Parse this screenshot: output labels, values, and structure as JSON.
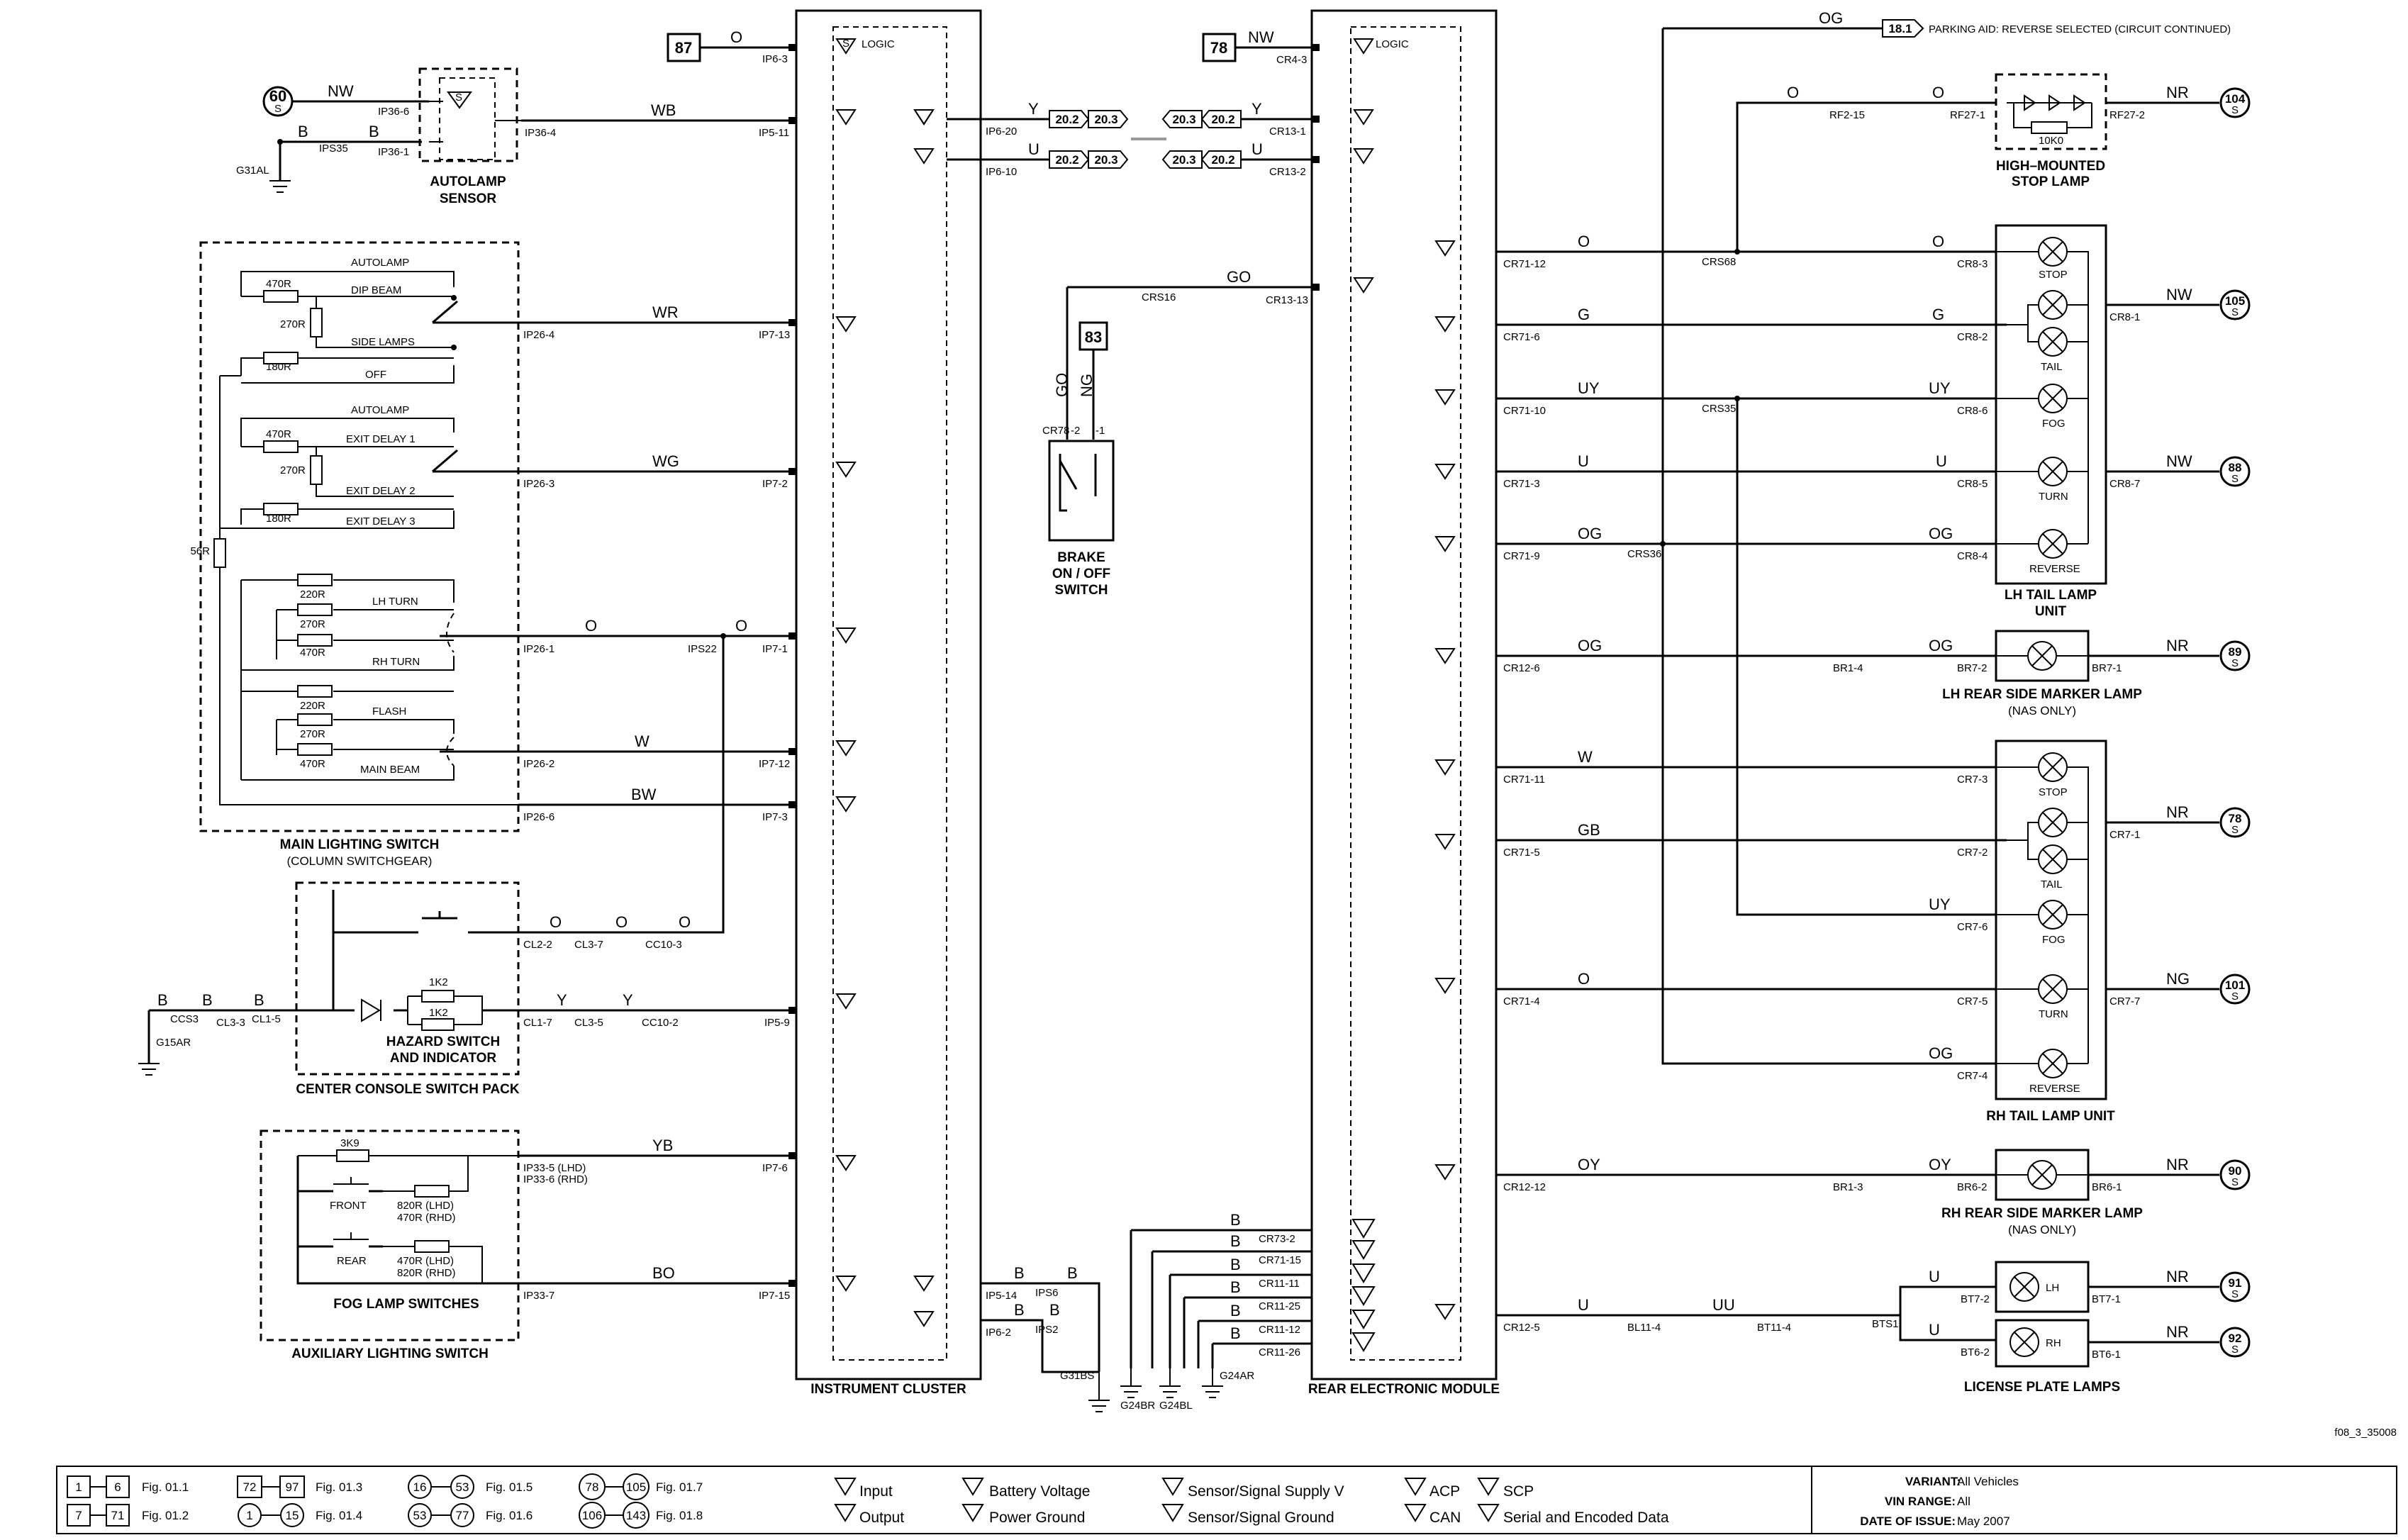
{
  "connectors": {
    "c87": "87",
    "c78": "78",
    "c83": "83",
    "c60": "60",
    "s": "S",
    "c181": "18.1",
    "c202": "20.2",
    "c203": "20.3",
    "c104": "104",
    "c105": "105",
    "c88": "88",
    "c89": "89",
    "c78r": "78",
    "c101": "101",
    "c90": "90",
    "c91": "91",
    "c92": "92"
  },
  "notes": {
    "parking_aid": "PARKING AID: REVERSE SELECTED (CIRCUIT CONTINUED)",
    "figure_id": "f08_3_35008",
    "logic": "LOGIC"
  },
  "modules": {
    "instrument_cluster": "INSTRUMENT CLUSTER",
    "rem": "REAR ELECTRONIC MODULE",
    "autolamp_1": "AUTOLAMP",
    "autolamp_2": "SENSOR",
    "main_lighting_1": "MAIN LIGHTING SWITCH",
    "main_lighting_2": "(COLUMN SWITCHGEAR)",
    "center_console": "CENTER CONSOLE SWITCH PACK",
    "hazard_1": "HAZARD SWITCH",
    "hazard_2": "AND INDICATOR",
    "fog_switches": "FOG LAMP SWITCHES",
    "aux_switch": "AUXILIARY LIGHTING SWITCH",
    "brake_1": "BRAKE",
    "brake_2": "ON / OFF",
    "brake_3": "SWITCH",
    "hmsl_1": "HIGH–MOUNTED",
    "hmsl_2": "STOP LAMP",
    "lh_tail_1": "LH TAIL LAMP",
    "lh_tail_2": "UNIT",
    "lh_marker_1": "LH REAR SIDE MARKER LAMP",
    "lh_marker_2": "(NAS ONLY)",
    "rh_tail": "RH TAIL LAMP UNIT",
    "rh_marker_1": "RH REAR SIDE MARKER LAMP",
    "rh_marker_2": "(NAS ONLY)",
    "license": "LICENSE PLATE LAMPS"
  },
  "switch_labels": {
    "autolamp": "AUTOLAMP",
    "dip_beam": "DIP BEAM",
    "side_lamps": "SIDE LAMPS",
    "off": "OFF",
    "exit1": "EXIT DELAY 1",
    "exit2": "EXIT DELAY 2",
    "exit3": "EXIT DELAY 3",
    "lh_turn": "LH TURN",
    "rh_turn": "RH TURN",
    "flash": "FLASH",
    "main_beam": "MAIN BEAM",
    "front": "FRONT",
    "rear": "REAR",
    "stop": "STOP",
    "tail": "TAIL",
    "fog": "FOG",
    "turn": "TURN",
    "reverse": "REVERSE",
    "lh": "LH",
    "rh": "RH"
  },
  "resistors": {
    "r470": "470R",
    "r270": "270R",
    "r180": "180R",
    "r56": "56R",
    "r220": "220R",
    "r1k2": "1K2",
    "r3k9": "3K9",
    "r10k0": "10K0",
    "fog_front_1": "820R (LHD)",
    "fog_front_2": "470R (RHD)",
    "fog_rear_1": "470R (LHD)",
    "fog_rear_2": "820R (RHD)"
  },
  "wires": {
    "o": "O",
    "nw": "NW",
    "b": "B",
    "wb": "WB",
    "wr": "WR",
    "wg": "WG",
    "w": "W",
    "bw": "BW",
    "y": "Y",
    "u": "U",
    "yb": "YB",
    "bo": "BO",
    "go": "GO",
    "ng": "NG",
    "og": "OG",
    "nr": "NR",
    "g": "G",
    "uy": "UY",
    "gb": "GB",
    "ng_r": "NG",
    "oy": "OY",
    "uu": "UU"
  },
  "pins": {
    "ip6_3": "IP6-3",
    "ip5_11": "IP5-11",
    "ip7_13": "IP7-13",
    "ip7_2": "IP7-2",
    "ip7_1": "IP7-1",
    "ip7_12": "IP7-12",
    "ip7_3": "IP7-3",
    "ip5_9": "IP5-9",
    "ip7_6": "IP7-6",
    "ip7_15": "IP7-15",
    "ip5_14": "IP5-14",
    "ip6_2": "IP6-2",
    "ip6_20": "IP6-20",
    "ip6_10": "IP6-10",
    "ip36_6": "IP36-6",
    "ip36_1": "IP36-1",
    "ip36_4": "IP36-4",
    "ips35": "IPS35",
    "g31al": "G31AL",
    "ip26_4": "IP26-4",
    "ip26_3": "IP26-3",
    "ip26_1": "IP26-1",
    "ip26_2": "IP26-2",
    "ip26_6": "IP26-6",
    "ips22": "IPS22",
    "cl2_2": "CL2-2",
    "cl3_7": "CL3-7",
    "cc10_3": "CC10-3",
    "cl1_7": "CL1-7",
    "cl3_5": "CL3-5",
    "cc10_2": "CC10-2",
    "ccs3": "CCS3",
    "cl3_3": "CL3-3",
    "cl1_5": "CL1-5",
    "g15ar": "G15AR",
    "ip33_5": "IP33-5 (LHD)",
    "ip33_6": "IP33-6 (RHD)",
    "ip33_7": "IP33-7",
    "ips6": "IPS6",
    "ips2": "IPS2",
    "g31bs": "G31BS",
    "g24br": "G24BR",
    "g24bl": "G24BL",
    "g24ar": "G24AR",
    "cr4_3": "CR4-3",
    "cr13_1": "CR13-1",
    "cr13_2": "CR13-2",
    "cr13_13": "CR13-13",
    "crs16": "CRS16",
    "cr78": "CR78",
    "p2": "-2",
    "p1": "-1",
    "cr73_2": "CR73-2",
    "cr71_15": "CR71-15",
    "cr11_11": "CR11-11",
    "cr11_25": "CR11-25",
    "cr11_12": "CR11-12",
    "cr11_26": "CR11-26",
    "cr71_12": "CR71-12",
    "cr71_6": "CR71-6",
    "cr71_10": "CR71-10",
    "cr71_3": "CR71-3",
    "cr71_9": "CR71-9",
    "cr12_6": "CR12-6",
    "cr71_11": "CR71-11",
    "cr71_5": "CR71-5",
    "cr71_4": "CR71-4",
    "cr12_12": "CR12-12",
    "cr12_5": "CR12-5",
    "crs68": "CRS68",
    "crs35": "CRS35",
    "crs36": "CRS36",
    "rf2_15": "RF2-15",
    "rf27_1": "RF27-1",
    "rf27_2": "RF27-2",
    "cr8_3": "CR8-3",
    "cr8_2": "CR8-2",
    "cr8_6": "CR8-6",
    "cr8_5": "CR8-5",
    "cr8_4": "CR8-4",
    "cr8_1": "CR8-1",
    "cr8_7": "CR8-7",
    "br1_4": "BR1-4",
    "br7_2": "BR7-2",
    "br7_1": "BR7-1",
    "cr7_3": "CR7-3",
    "cr7_2": "CR7-2",
    "cr7_6": "CR7-6",
    "cr7_5": "CR7-5",
    "cr7_4": "CR7-4",
    "cr7_1": "CR7-1",
    "cr7_7": "CR7-7",
    "br1_3": "BR1-3",
    "br6_2": "BR6-2",
    "br6_1": "BR6-1",
    "bl11_4": "BL11-4",
    "bt11_4": "BT11-4",
    "bts1": "BTS1",
    "bt7_2": "BT7-2",
    "bt7_1": "BT7-1",
    "bt6_2": "BT6-2",
    "bt6_1": "BT6-1"
  },
  "legend": {
    "f1": "1",
    "f6": "6",
    "f7": "7",
    "f71": "71",
    "f72": "72",
    "f97": "97",
    "f1b": "1",
    "f15": "15",
    "f16": "16",
    "f53": "53",
    "f53b": "53",
    "f77": "77",
    "f78": "78",
    "f105": "105",
    "f106": "106",
    "f143": "143",
    "fig011": "Fig. 01.1",
    "fig012": "Fig. 01.2",
    "fig013": "Fig. 01.3",
    "fig014": "Fig. 01.4",
    "fig015": "Fig. 01.5",
    "fig016": "Fig. 01.6",
    "fig017": "Fig. 01.7",
    "fig018": "Fig. 01.8",
    "input": "Input",
    "output": "Output",
    "battery": "Battery Voltage",
    "ground": "Power Ground",
    "sensor_v": "Sensor/Signal Supply V",
    "sensor_g": "Sensor/Signal Ground",
    "acp": "ACP",
    "can": "CAN",
    "scp": "SCP",
    "serial": "Serial and Encoded Data",
    "variant_l": "VARIANT:",
    "variant_v": "All Vehicles",
    "vin_l": "VIN RANGE:",
    "vin_v": "All",
    "date_l": "DATE OF ISSUE:",
    "date_v": "May 2007"
  }
}
